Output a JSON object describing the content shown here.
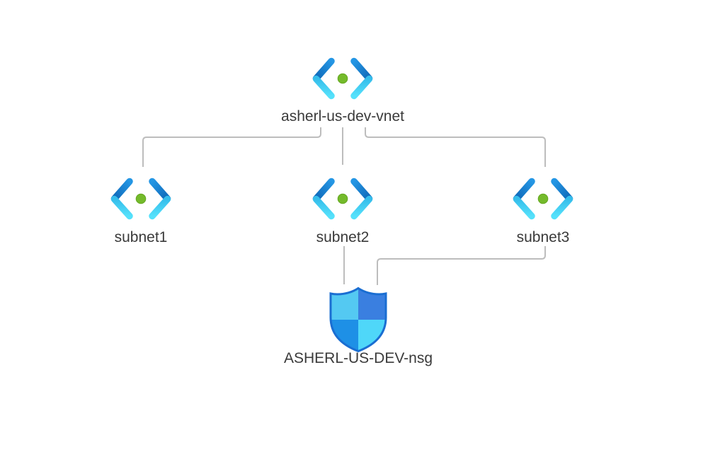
{
  "diagram": {
    "type": "azure-network-topology",
    "vnet": {
      "label": "asherl-us-dev-vnet",
      "icon": "virtual-network-icon"
    },
    "subnets": [
      {
        "label": "subnet1",
        "icon": "subnet-icon"
      },
      {
        "label": "subnet2",
        "icon": "subnet-icon"
      },
      {
        "label": "subnet3",
        "icon": "subnet-icon"
      }
    ],
    "nsg": {
      "label": "ASHERL-US-DEV-nsg",
      "icon": "network-security-group-shield-icon"
    },
    "edges": [
      {
        "from": "asherl-us-dev-vnet",
        "to": "subnet1"
      },
      {
        "from": "asherl-us-dev-vnet",
        "to": "subnet2"
      },
      {
        "from": "asherl-us-dev-vnet",
        "to": "subnet3"
      },
      {
        "from": "subnet2",
        "to": "ASHERL-US-DEV-nsg"
      },
      {
        "from": "subnet3",
        "to": "ASHERL-US-DEV-nsg"
      }
    ],
    "colors": {
      "background": "#ffffff",
      "connector": "#bdbdbd",
      "label_text": "#3a3a3a",
      "chevron_dark_blue": "#1b87d9",
      "chevron_dark_blue_deep": "#0f68b8",
      "chevron_cyan": "#49d7f8",
      "dot_green": "#74ba2b",
      "shield_border": "#1a6ed2",
      "shield_top_left": "#54c9f2",
      "shield_top_right": "#3a7fe0",
      "shield_bottom_left": "#1e90e6",
      "shield_bottom_right": "#4fd7f9"
    }
  }
}
